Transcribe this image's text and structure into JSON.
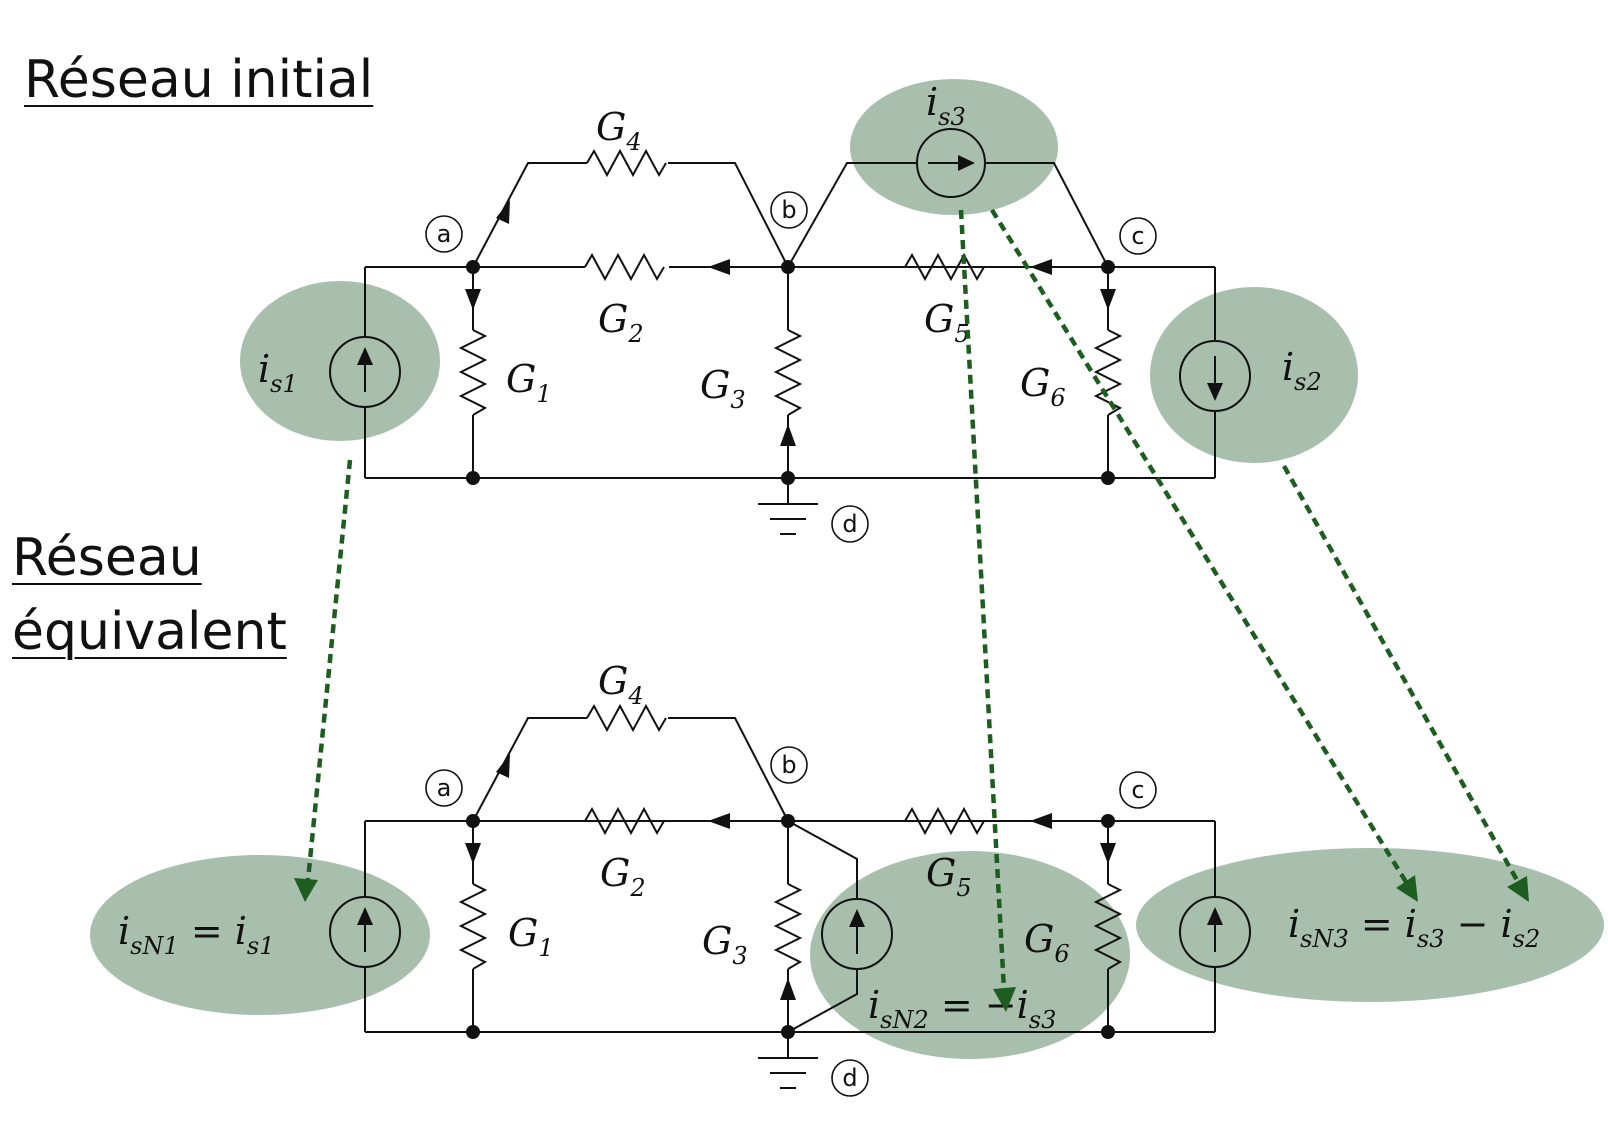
{
  "headings": {
    "initial": "Réseau initial",
    "equivalent_line1": "Réseau",
    "equivalent_line2": "équivalent"
  },
  "nodes": {
    "a": "a",
    "b": "b",
    "c": "c",
    "d": "d"
  },
  "conductances": {
    "g1": {
      "sym": "G",
      "sub": "1"
    },
    "g2": {
      "sym": "G",
      "sub": "2"
    },
    "g3": {
      "sym": "G",
      "sub": "3"
    },
    "g4": {
      "sym": "G",
      "sub": "4"
    },
    "g5": {
      "sym": "G",
      "sub": "5"
    },
    "g6": {
      "sym": "G",
      "sub": "6"
    }
  },
  "sources_initial": {
    "is1": {
      "sym": "i",
      "sub": "s1"
    },
    "is2": {
      "sym": "i",
      "sub": "s2"
    },
    "is3": {
      "sym": "i",
      "sub": "s3"
    }
  },
  "sources_equivalent": {
    "isN1": {
      "lhs": "i",
      "lhs_sub": "sN1",
      "eq": " = ",
      "t1": "i",
      "t1_sub": "s1"
    },
    "isN2": {
      "lhs": "i",
      "lhs_sub": "sN2",
      "eq": " = −",
      "t1": "i",
      "t1_sub": "s3"
    },
    "isN3": {
      "lhs": "i",
      "lhs_sub": "sN3",
      "eq": " = ",
      "t1": "i",
      "t1_sub": "s3",
      "op": " − ",
      "t2": "i",
      "t2_sub": "s2"
    }
  },
  "colors": {
    "highlight": "#a9bfad",
    "connector": "#1d5e20",
    "wire": "#111111"
  }
}
